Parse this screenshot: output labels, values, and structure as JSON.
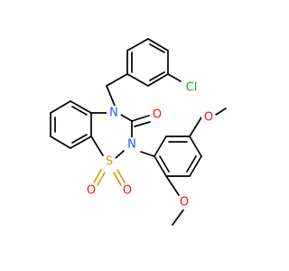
{
  "molecule": {
    "atom_labels": {
      "chlorine": "Cl",
      "nitrogen_4": "N",
      "nitrogen_2": "N",
      "carbonyl_oxygen": "O",
      "sulfur": "S",
      "sulfonyl_oxygen_1": "O",
      "sulfonyl_oxygen_2": "O",
      "methoxy_oxygen_1": "O",
      "methoxy_oxygen_2": "O"
    },
    "colors": {
      "carbon": "#000000",
      "nitrogen": "#3050f8",
      "oxygen": "#ff0d0d",
      "sulfur": "#c6a400",
      "chlorine": "#1faa1f"
    }
  }
}
